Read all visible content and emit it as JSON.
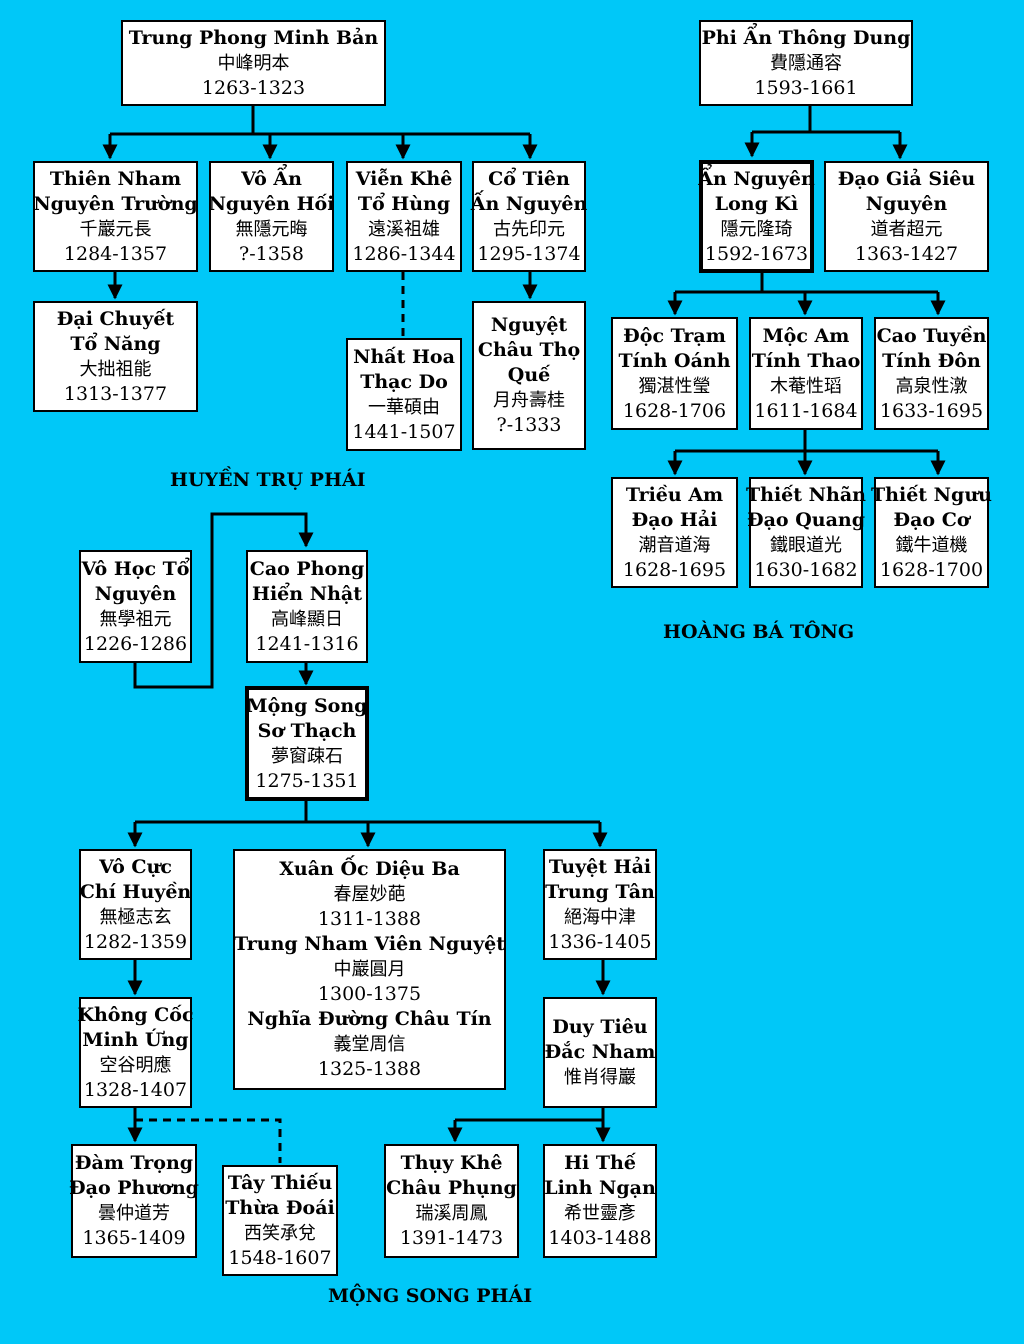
{
  "labels": {
    "huyen_tru": "HUYỀN TRỤ PHÁI",
    "hoang_ba": "HOÀNG BÁ TÔNG",
    "mong_song": "MỘNG SONG PHÁI"
  },
  "nodes": {
    "trung_phong": {
      "name": [
        "Trung Phong Minh Bản"
      ],
      "chinese": "中峰明本",
      "years": "1263-1323"
    },
    "thien_nham": {
      "name": [
        "Thiên Nham",
        "Nguyên Trường"
      ],
      "chinese": "千巖元長",
      "years": "1284-1357"
    },
    "vo_an": {
      "name": [
        "Vô Ẩn",
        "Nguyên Hối"
      ],
      "chinese": "無隱元晦",
      "years": "?-1358"
    },
    "vien_khe": {
      "name": [
        "Viễn Khê",
        "Tổ Hùng"
      ],
      "chinese": "遠溪祖雄",
      "years": "1286-1344"
    },
    "co_tien": {
      "name": [
        "Cổ Tiên",
        "Ấn Nguyên"
      ],
      "chinese": "古先印元",
      "years": "1295-1374"
    },
    "dai_chuyet": {
      "name": [
        "Đại Chuyết",
        "Tổ Năng"
      ],
      "chinese": "大拙祖能",
      "years": "1313-1377"
    },
    "nhat_hoa": {
      "name": [
        "Nhất Hoa",
        "Thạc Do"
      ],
      "chinese": "一華碩由",
      "years": "1441-1507"
    },
    "nguyet_chau": {
      "name": [
        "Nguyệt",
        "Châu Thọ",
        "Quế"
      ],
      "chinese": "月舟壽桂",
      "years": "?-1333"
    },
    "phi_an": {
      "name": [
        "Phi Ẩn Thông Dung"
      ],
      "chinese": "費隱通容",
      "years": "1593-1661"
    },
    "an_nguyen": {
      "name": [
        "Ẩn Nguyên",
        "Long Kì"
      ],
      "chinese": "隱元隆琦",
      "years": "1592-1673"
    },
    "dao_gia": {
      "name": [
        "Đạo Giả Siêu",
        "Nguyên"
      ],
      "chinese": "道者超元",
      "years": "1363-1427"
    },
    "doc_tram": {
      "name": [
        "Độc Trạm",
        "Tính Oánh"
      ],
      "chinese": "獨湛性瑩",
      "years": "1628-1706"
    },
    "moc_am": {
      "name": [
        "Mộc Am",
        "Tính Thao"
      ],
      "chinese": "木菴性瑫",
      "years": "1611-1684"
    },
    "cao_tuyen": {
      "name": [
        "Cao Tuyền",
        "Tính Đôn"
      ],
      "chinese": "高泉性潡",
      "years": "1633-1695"
    },
    "trieu_am": {
      "name": [
        "Triều Am",
        "Đạo Hải"
      ],
      "chinese": "潮音道海",
      "years": "1628-1695"
    },
    "thiet_nhan": {
      "name": [
        "Thiết Nhãn",
        "Đạo Quang"
      ],
      "chinese": "鐵眼道光",
      "years": "1630-1682"
    },
    "thiet_nguu": {
      "name": [
        "Thiết Ngưu",
        "Đạo Cơ"
      ],
      "chinese": "鐵牛道機",
      "years": "1628-1700"
    },
    "vo_hoc": {
      "name": [
        "Vô Học Tổ",
        "Nguyên"
      ],
      "chinese": "無學祖元",
      "years": "1226-1286"
    },
    "cao_phong": {
      "name": [
        "Cao Phong",
        "Hiển Nhật"
      ],
      "chinese": "高峰顯日",
      "years": "1241-1316"
    },
    "mong_song": {
      "name": [
        "Mộng Song",
        "Sơ Thạch"
      ],
      "chinese": "夢窗疎石",
      "years": "1275-1351"
    },
    "vo_cuc": {
      "name": [
        "Vô Cực",
        "Chí Huyền"
      ],
      "chinese": "無極志玄",
      "years": "1282-1359"
    },
    "xuan_oc": [
      {
        "name": "Xuân Ốc Diệu Ba",
        "chinese": "春屋妙葩",
        "years": "1311-1388"
      },
      {
        "name": "Trung Nham Viên Nguyệt",
        "chinese": "中巖圓月",
        "years": "1300-1375"
      },
      {
        "name": "Nghĩa Đường Châu Tín",
        "chinese": "義堂周信",
        "years": "1325-1388"
      }
    ],
    "tuyet_hai": {
      "name": [
        "Tuyệt Hải",
        "Trung Tân"
      ],
      "chinese": "絕海中津",
      "years": "1336-1405"
    },
    "khong_coc": {
      "name": [
        "Không Cốc",
        "Minh Ứng"
      ],
      "chinese": "空谷明應",
      "years": "1328-1407"
    },
    "duy_tieu": {
      "name": [
        "Duy Tiêu",
        "Đắc Nham"
      ],
      "chinese": "惟肖得巖",
      "years": ""
    },
    "dam_trong": {
      "name": [
        "Đàm Trọng",
        "Đạo Phương"
      ],
      "chinese": "曇仲道芳",
      "years": "1365-1409"
    },
    "tay_thieu": {
      "name": [
        "Tây Thiếu",
        "Thừa Đoái"
      ],
      "chinese": "西笑承兌",
      "years": "1548-1607"
    },
    "thuy_khe": {
      "name": [
        "Thụy Khê",
        "Châu Phụng"
      ],
      "chinese": "瑞溪周鳳",
      "years": "1391-1473"
    },
    "hi_the": {
      "name": [
        "Hi Thế",
        "Linh Ngạn"
      ],
      "chinese": "希世靈彥",
      "years": "1403-1488"
    }
  }
}
